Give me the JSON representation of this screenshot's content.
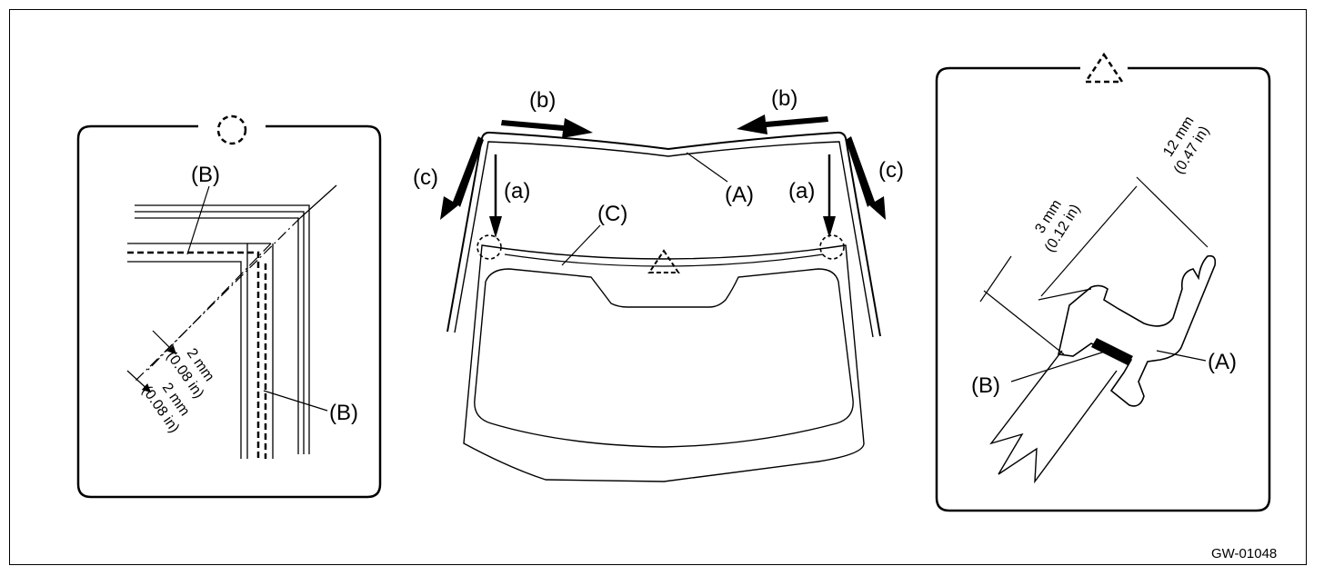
{
  "labels": {
    "A": "(A)",
    "B": "(B)",
    "C": "(C)",
    "a": "(a)",
    "b": "(b)",
    "c": "(c)"
  },
  "dimensions": {
    "d2mm": "2 mm",
    "d2in": "(0.08 in)",
    "d3mm": "3 mm",
    "d3in": "(0.12 in)",
    "d12mm": "12 mm",
    "d12in": "(0.47 in)"
  },
  "figure_code": "GW-01048"
}
